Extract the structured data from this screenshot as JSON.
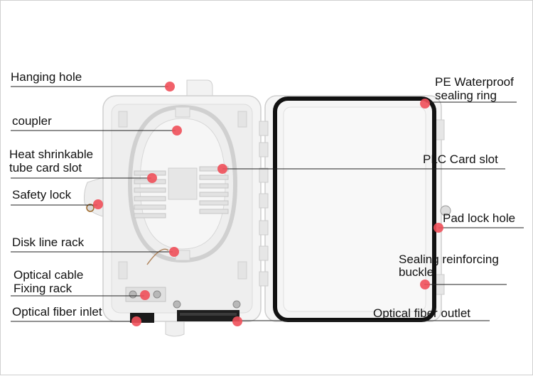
{
  "labels": {
    "hanging_hole": "Hanging hole",
    "coupler": "coupler",
    "heat_shrink_1": "Heat shrinkable",
    "heat_shrink_2": "tube card slot",
    "safety_lock": "Safety lock",
    "disk_line_rack": "Disk line rack",
    "optical_cable_1": "Optical cable",
    "optical_cable_2": "Fixing rack",
    "fiber_inlet": "Optical fiber inlet",
    "pe_ring_1": "PE Waterproof",
    "pe_ring_2": "sealing ring",
    "plc_slot": "PLC Card slot",
    "pad_lock": "Pad lock hole",
    "sealing_buckle_1": "Sealing reinforcing",
    "sealing_buckle_2": "buckle",
    "fiber_outlet": "Optical fiber outlet"
  },
  "colors": {
    "marker": "#f0505a",
    "leader": "#222222",
    "box_body": "#f3f3f3",
    "seal_ring": "#111111"
  }
}
